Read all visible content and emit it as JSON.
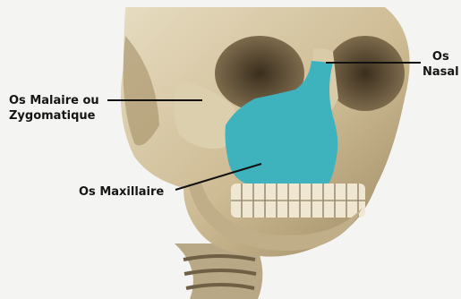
{
  "labels": {
    "nasal_line1": "Os",
    "nasal_line2": "Nasal",
    "malaire_line1": "Os Malaire ou",
    "malaire_line2": "Zygomatique",
    "maxillaire": "Os Maxillaire"
  },
  "colors": {
    "bone": "#d3c3a0",
    "bone_shadow": "#8c7a57",
    "maxilla_highlight": "#3fb3bd",
    "label_text": "#151515",
    "background": "#f4f4f2"
  }
}
